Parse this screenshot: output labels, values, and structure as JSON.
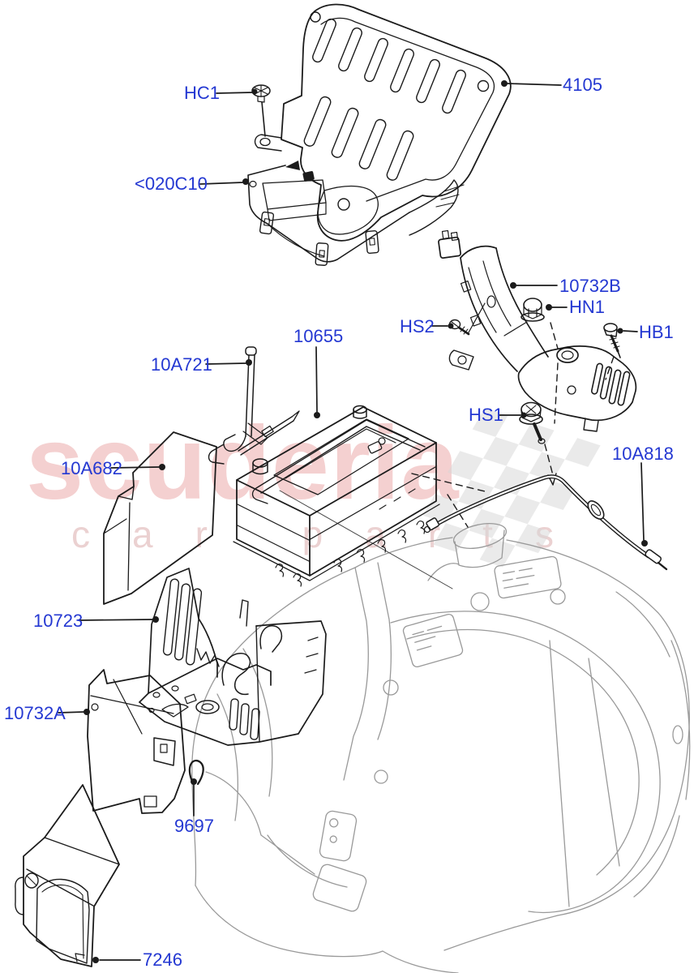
{
  "watermark": {
    "brand": "scuderia",
    "subtext": "car parts"
  },
  "labels": {
    "hc1": "HC1",
    "p4105": "4105",
    "c020c10": "<020C10",
    "p10732b": "10732B",
    "hn1": "HN1",
    "hs2": "HS2",
    "hb1": "HB1",
    "hs1": "HS1",
    "p10655": "10655",
    "p10a721": "10A721",
    "p10a682": "10A682",
    "p10a818": "10A818",
    "p10723": "10723",
    "p10732a": "10732A",
    "p9697": "9697",
    "p7246": "7246"
  },
  "colors": {
    "part_label": "#2438d2",
    "line_art": "#1b1b1b",
    "liner_gray": "#999999",
    "watermark_pink": "#e07676",
    "checker_gray": "#d7d7d7"
  }
}
